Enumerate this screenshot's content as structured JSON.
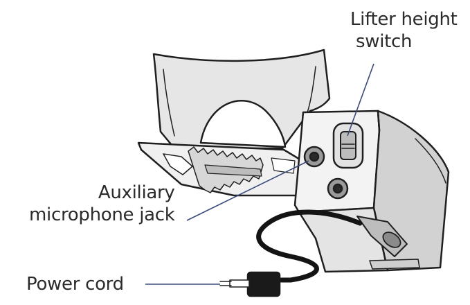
{
  "labels": {
    "lifter_line1": "Lifter height",
    "lifter_line2": "switch",
    "aux_line1": "Auxiliary",
    "aux_line2": "microphone jack",
    "power": "Power cord"
  },
  "colors": {
    "outline": "#1f1f1f",
    "fill_light": "#f2f2f2",
    "fill_mid": "#d9d9d9",
    "fill_dark": "#bdbdbd",
    "leader_line": "#3a4a7a"
  }
}
